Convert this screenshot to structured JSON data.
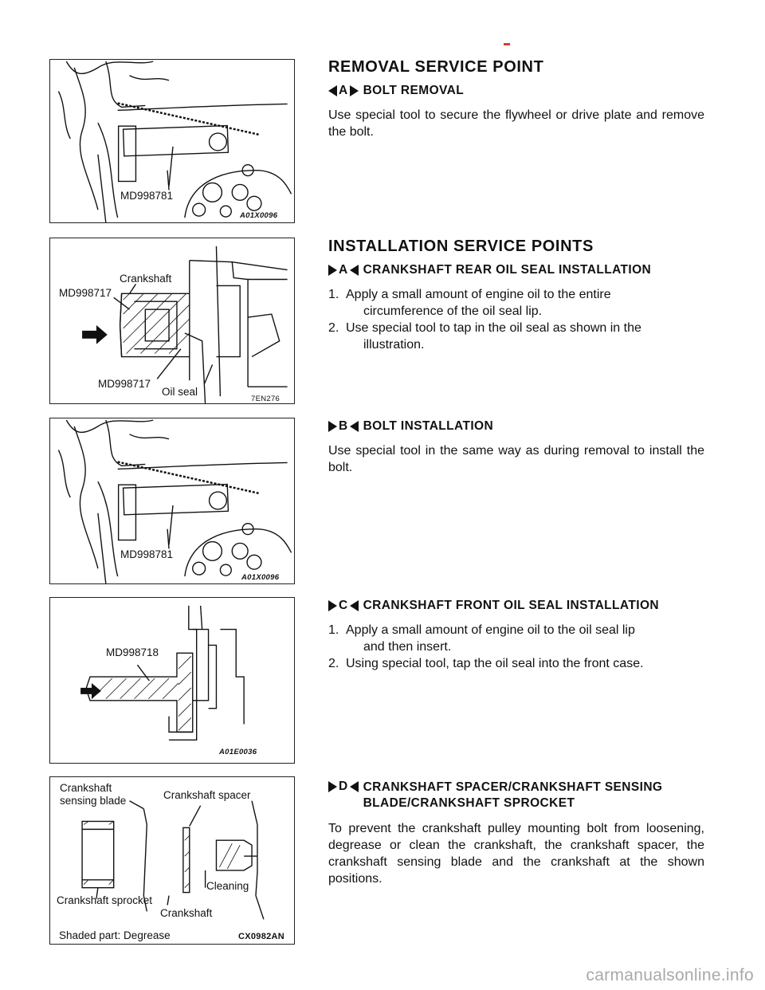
{
  "figures": [
    {
      "labels": [
        "MD998781"
      ],
      "code": "A01X0096"
    },
    {
      "labels": [
        "Crankshaft",
        "MD998717",
        "MD998717",
        "Oil seal"
      ],
      "code": "7EN276"
    },
    {
      "labels": [
        "MD998781"
      ],
      "code": "A01X0096"
    },
    {
      "labels": [
        "MD998718"
      ],
      "code": "A01E0036"
    },
    {
      "labels": [
        "Crankshaft sensing blade",
        "Crankshaft spacer",
        "Cleaning",
        "Crankshaft sprocket",
        "Crankshaft",
        "Shaded part: Degrease"
      ],
      "code": "CX0982AN"
    }
  ],
  "removal": {
    "heading": "REMOVAL SERVICE POINT",
    "sub_letter": "A",
    "sub_title": "BOLT REMOVAL",
    "text": "Use special tool to secure the flywheel or drive plate and remove the bolt."
  },
  "installation": {
    "heading": "INSTALLATION SERVICE POINTS",
    "a": {
      "letter": "A",
      "title": "CRANKSHAFT REAR OIL SEAL INSTALLATION",
      "steps": [
        {
          "num": "1.",
          "line1": "Apply a small amount of engine oil to the entire",
          "line2": "circumference of the oil seal lip."
        },
        {
          "num": "2.",
          "line1": "Use special tool to tap in the oil seal as shown in the",
          "line2": "illustration."
        }
      ]
    },
    "b": {
      "letter": "B",
      "title": "BOLT INSTALLATION",
      "text": "Use special tool in the same way as during removal to install the bolt."
    },
    "c": {
      "letter": "C",
      "title": "CRANKSHAFT FRONT OIL SEAL INSTALLATION",
      "steps": [
        {
          "num": "1.",
          "line1": "Apply a small amount of engine oil to the oil seal lip",
          "line2": "and then insert."
        },
        {
          "num": "2.",
          "line1": "Using special tool, tap the oil seal into the front case.",
          "line2": ""
        }
      ]
    },
    "d": {
      "letter": "D",
      "title": "CRANKSHAFT SPACER/CRANKSHAFT SENSING BLADE/CRANKSHAFT SPROCKET",
      "text": "To prevent the crankshaft pulley mounting bolt from loosening, degrease or clean the crankshaft, the crankshaft spacer, the crankshaft sensing blade and the crankshaft at the shown positions."
    }
  },
  "watermark": "carmanualsonline.info"
}
